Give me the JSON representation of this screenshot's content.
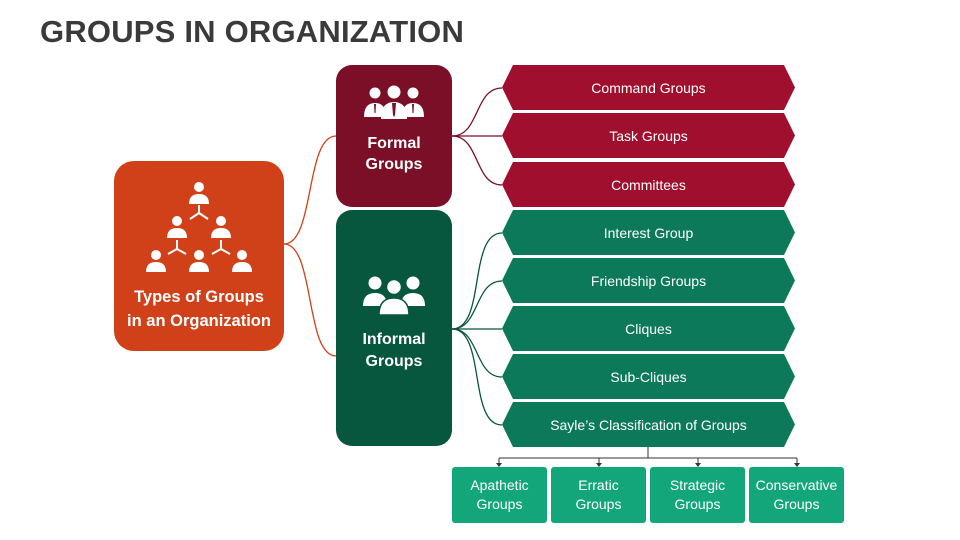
{
  "title": "GROUPS IN ORGANIZATION",
  "root": {
    "line1": "Types of Groups",
    "line2": "in an Organization",
    "icon": "hierarchy-people-icon"
  },
  "formal": {
    "line1": "Formal",
    "line2": "Groups",
    "icon": "business-team-icon",
    "items": [
      "Command Groups",
      "Task Groups",
      "Committees"
    ]
  },
  "informal": {
    "line1": "Informal",
    "line2": "Groups",
    "icon": "group-people-icon",
    "items": [
      "Interest Group",
      "Friendship Groups",
      "Cliques",
      "Sub-Cliques",
      "Sayle’s Classification of Groups"
    ]
  },
  "sayle": [
    {
      "line1": "Apathetic",
      "line2": "Groups"
    },
    {
      "line1": "Erratic",
      "line2": "Groups"
    },
    {
      "line1": "Strategic",
      "line2": "Groups"
    },
    {
      "line1": "Conservative",
      "line2": "Groups"
    }
  ],
  "colors": {
    "root": "#d0411a",
    "formal": "#7a0f27",
    "formal_items": "#a0102e",
    "informal": "#07563e",
    "informal_items": "#0c7a5a",
    "sub_items": "#13a67a"
  }
}
